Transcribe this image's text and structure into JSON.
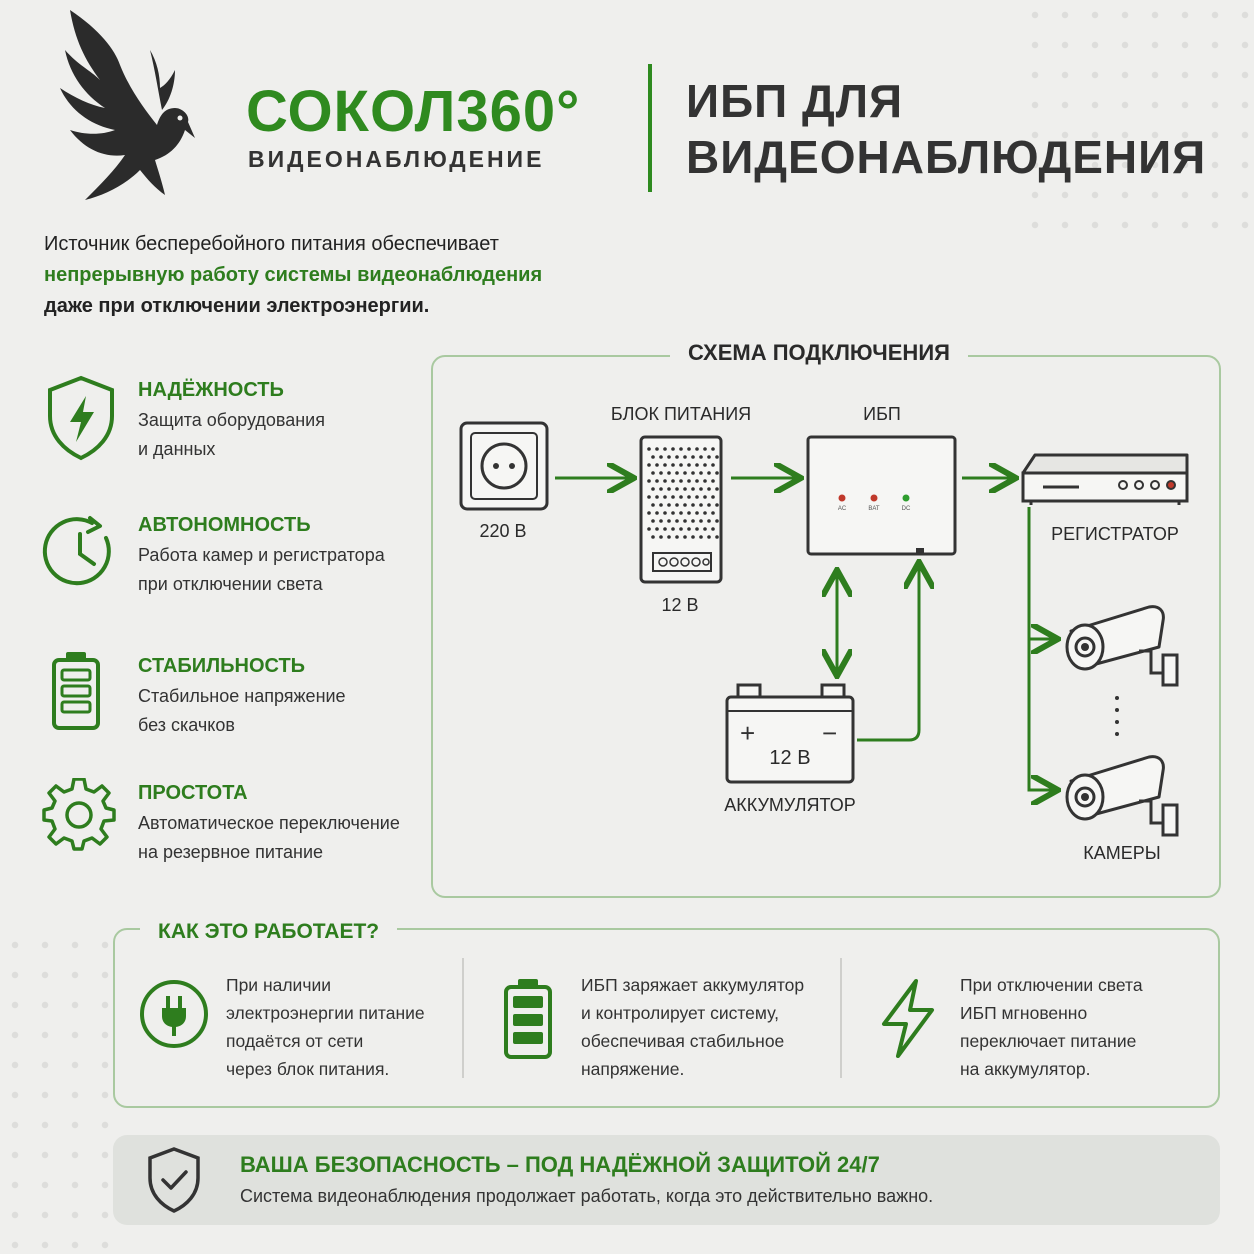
{
  "brand": {
    "name": "СОКОЛ360°",
    "subtitle": "ВИДЕОНАБЛЮДЕНИЕ",
    "logo_icon": "eagle-icon"
  },
  "title": {
    "line1": "ИБП ДЛЯ",
    "line2": "ВИДЕОНАБЛЮДЕНИЯ"
  },
  "intro": {
    "line1": "Источник бесперебойного питания обеспечивает",
    "line2": "непрерывную работу системы видеонаблюдения",
    "line3": "даже при отключении электроэнергии."
  },
  "features": [
    {
      "title": "НАДЁЖНОСТЬ",
      "line1": "Защита оборудования",
      "line2": "и данных",
      "icon": "shield-bolt-icon"
    },
    {
      "title": "АВТОНОМНОСТЬ",
      "line1": "Работа камер и регистратора",
      "line2": "при отключении света",
      "icon": "clock-icon"
    },
    {
      "title": "СТАБИЛЬНОСТЬ",
      "line1": "Стабильное напряжение",
      "line2": "без скачков",
      "icon": "battery-icon"
    },
    {
      "title": "ПРОСТОТА",
      "line1": "Автоматическое переключение",
      "line2": "на резервное питание",
      "icon": "gear-icon"
    }
  ],
  "scheme": {
    "title": "СХЕМА ПОДКЛЮЧЕНИЯ",
    "socket_label": "220 В",
    "psu_title": "БЛОК ПИТАНИЯ",
    "psu_label": "12 В",
    "ups_title": "ИБП",
    "ups_leds": [
      "AC",
      "BAT",
      "DC"
    ],
    "recorder_label": "РЕГИСТРАТОР",
    "battery_voltage": "12 В",
    "battery_plus": "+",
    "battery_minus": "−",
    "battery_label": "АККУМУЛЯТОР",
    "cameras_label": "КАМЕРЫ"
  },
  "how": {
    "title": "КАК ЭТО РАБОТАЕТ?",
    "steps": [
      {
        "icon": "plug-icon",
        "lines": [
          "При наличии",
          "электроэнергии питание",
          "подаётся от сети",
          "через блок питания."
        ]
      },
      {
        "icon": "battery-charge-icon",
        "lines": [
          "ИБП заряжает аккумулятор",
          "и контролирует систему,",
          "обеспечивая стабильное",
          "напряжение."
        ]
      },
      {
        "icon": "lightning-icon",
        "lines": [
          "При отключении света",
          "ИБП мгновенно",
          "переключает питание",
          "на аккумулятор."
        ]
      }
    ]
  },
  "banner": {
    "title": "ВАША БЕЗОПАСНОСТЬ – ПОД НАДЁЖНОЙ ЗАЩИТОЙ 24/7",
    "subtitle": "Система видеонаблюдения продолжает работать, когда это действительно важно.",
    "icon": "shield-check-icon"
  },
  "colors": {
    "accent": "#2e7d1e",
    "border": "#a9c9a0",
    "background": "#efefed"
  }
}
